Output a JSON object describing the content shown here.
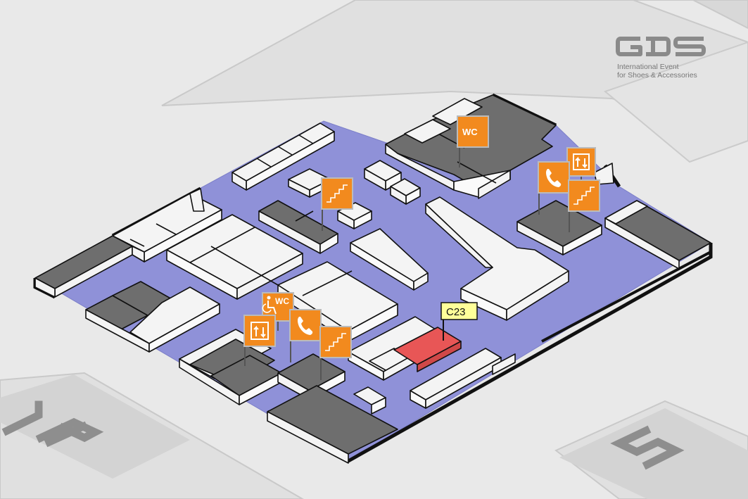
{
  "brand": {
    "logo": "GDS",
    "tagline_line1": "International  Event",
    "tagline_line2": "for Shoes & Accessories",
    "color": "#8a8a8a"
  },
  "halls": {
    "left_number": "10",
    "right_number": "5"
  },
  "highlighted_stand": {
    "label": "C23",
    "color": "#e85656",
    "label_bg": "#ffff99"
  },
  "signs": [
    {
      "name": "wc-sign-top",
      "icon": "wc-icon",
      "text": "WC"
    },
    {
      "name": "elevator-sign-right",
      "icon": "elevator-icon",
      "text": ""
    },
    {
      "name": "phone-sign-right",
      "icon": "phone-icon",
      "text": ""
    },
    {
      "name": "stairs-sign-right",
      "icon": "stairs-icon",
      "text": ""
    },
    {
      "name": "stairs-sign-top",
      "icon": "stairs-icon",
      "text": ""
    },
    {
      "name": "accessible-wc-sign",
      "icon": "accessible-wc-icon",
      "text": "WC"
    },
    {
      "name": "elevator-sign-bottom",
      "icon": "elevator-icon",
      "text": ""
    },
    {
      "name": "phone-sign-bottom",
      "icon": "phone-icon",
      "text": ""
    },
    {
      "name": "stairs-sign-bottom",
      "icon": "stairs-icon",
      "text": ""
    }
  ],
  "colors": {
    "floor": "#8f91d8",
    "background": "#e9e9e9",
    "neighbor_hall": "#dedede",
    "stand_white": "#f4f4f4",
    "stand_dark": "#6e6e6e",
    "sign_orange": "#f28a1e"
  }
}
